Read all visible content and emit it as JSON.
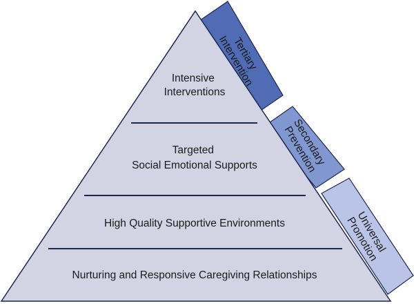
{
  "pyramid": {
    "fill": "#d2d4e4",
    "stroke": "#1e2452",
    "tiers": [
      {
        "lines": [
          "Intensive",
          "Interventions"
        ]
      },
      {
        "lines": [
          "Targeted",
          "Social Emotional Supports"
        ]
      },
      {
        "lines": [
          "High Quality Supportive Environments"
        ]
      },
      {
        "lines": [
          "Nurturing and Responsive Caregiving Relationships"
        ]
      }
    ]
  },
  "side_bands": [
    {
      "lines": [
        "Tertiary",
        "Intervention"
      ],
      "color": "#4f6cb4"
    },
    {
      "lines": [
        "Secondary",
        "Prevention"
      ],
      "color": "#8097cf"
    },
    {
      "lines": [
        "Universal",
        "Promotion"
      ],
      "color": "#b9c4e6"
    }
  ]
}
